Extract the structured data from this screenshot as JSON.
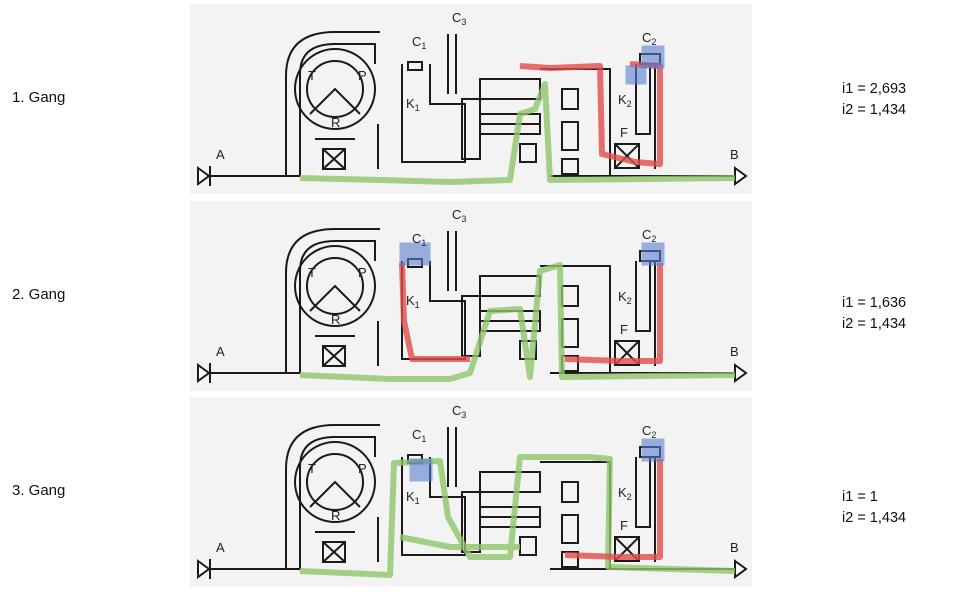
{
  "gears": [
    {
      "label": "1. Gang",
      "i1": "i1 = 2,693",
      "i2": "i2 = 1,434"
    },
    {
      "label": "2. Gang",
      "i1": "i1 = 1,636",
      "i2": "i2 = 1,434"
    },
    {
      "label": "3. Gang",
      "i1": "i1 = 1",
      "i2": "i2 = 1,434"
    }
  ],
  "diagram_labels": {
    "a": "A",
    "b": "B",
    "c1": "C",
    "c1_sub": "1",
    "c2": "C",
    "c2_sub": "2",
    "c3": "C",
    "c3_sub": "3",
    "k1": "K",
    "k1_sub": "1",
    "k2": "K",
    "k2_sub": "2",
    "t": "T",
    "p": "P",
    "r": "R",
    "f": "F"
  },
  "colors": {
    "line": "#1a1a1a",
    "panel_bg": "#f3f3f3",
    "power_path": "#8fc46a",
    "reaction_path": "#e24b4b",
    "engaged_clutch": "#5b7fd1"
  }
}
